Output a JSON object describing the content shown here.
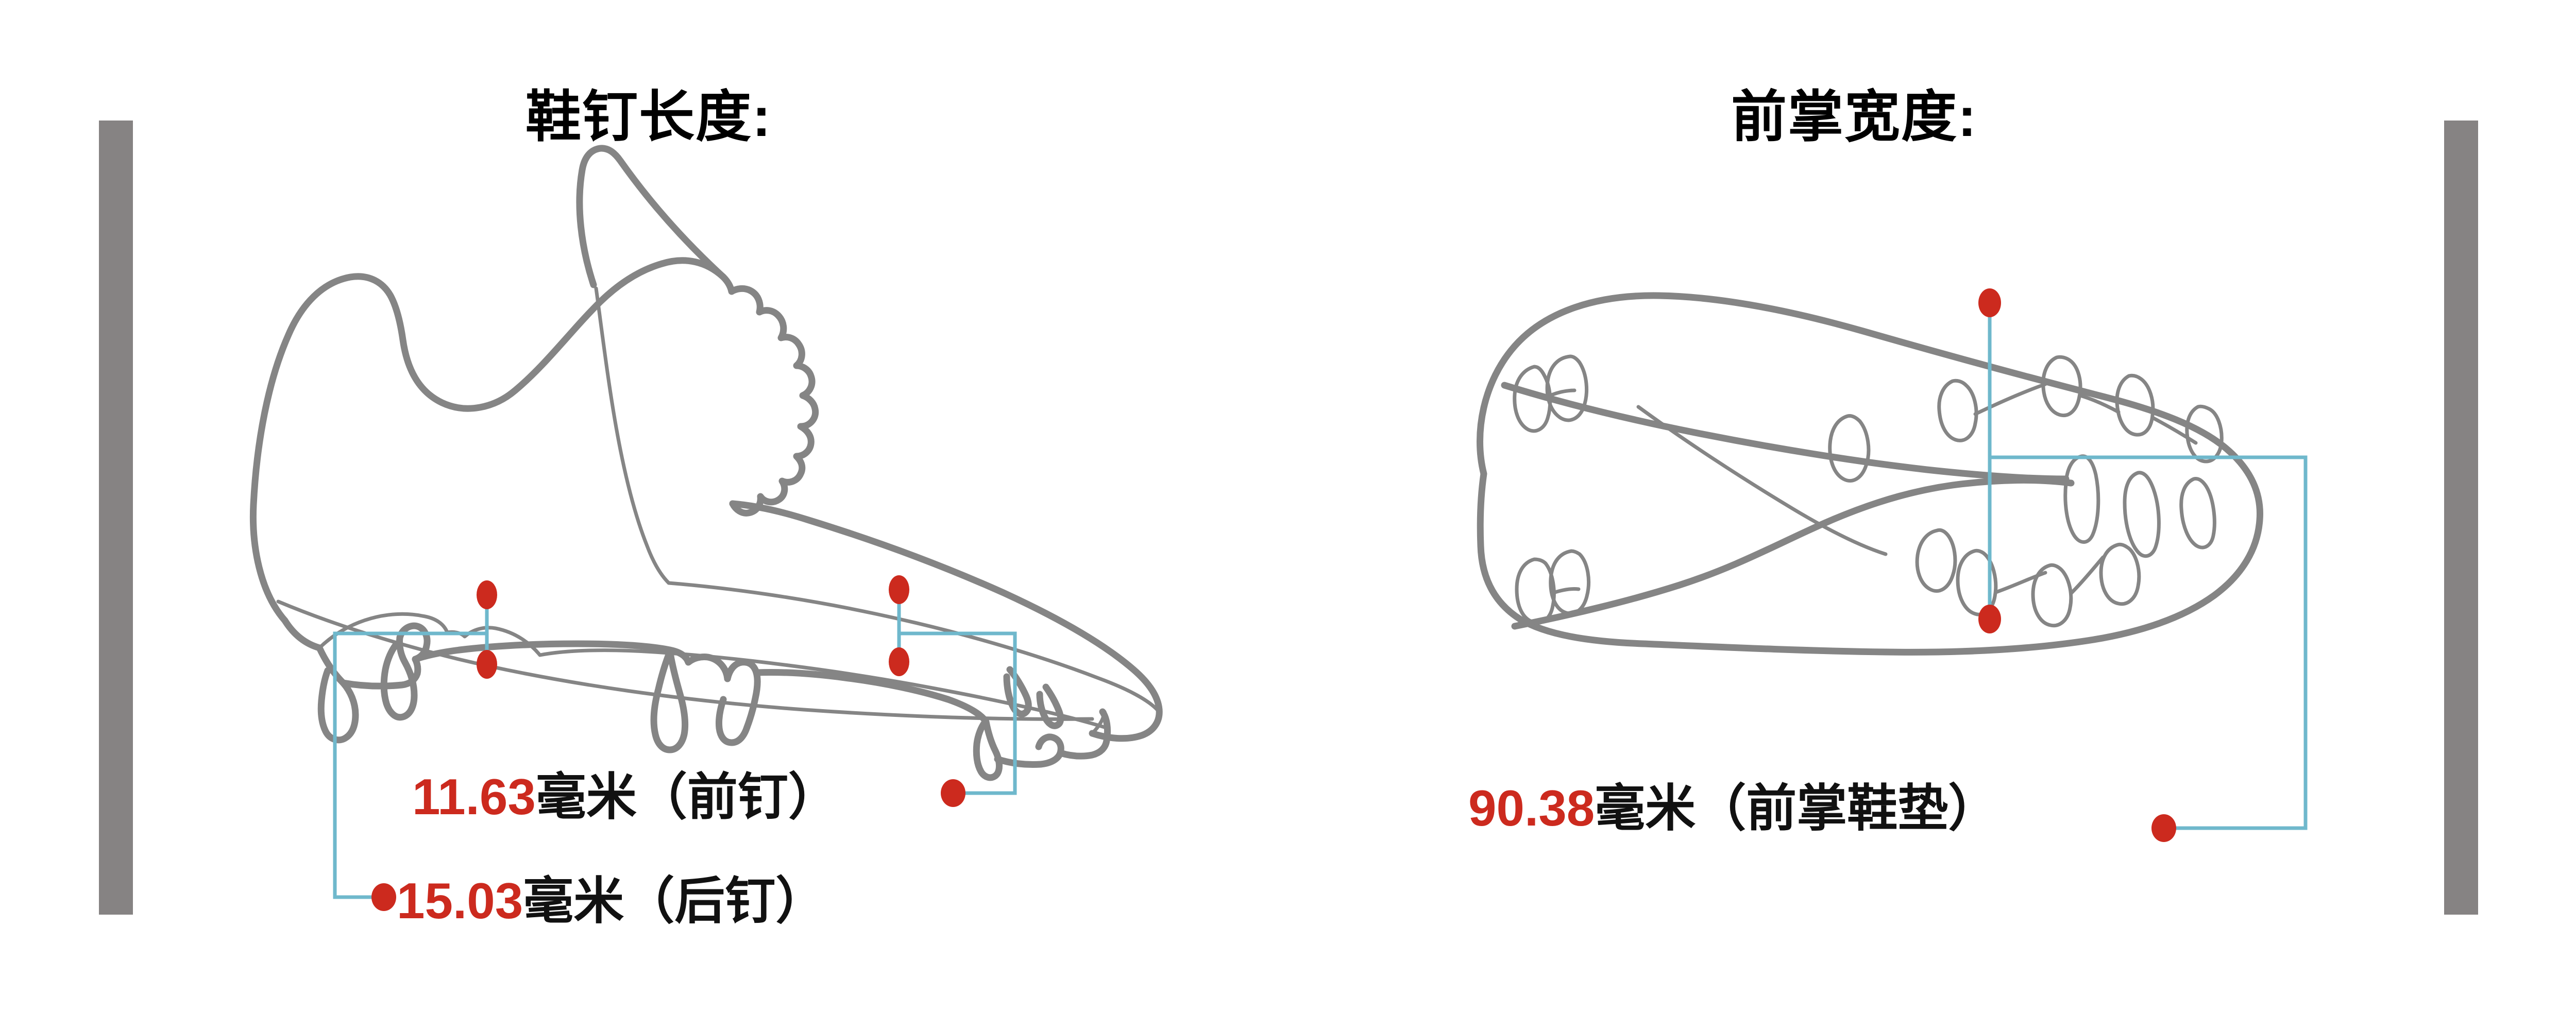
{
  "page": {
    "background_color": "#ffffff",
    "accent_red": "#cc2a1e",
    "leader_blue": "#6fb8cc",
    "outline_gray": "#858585",
    "edge_bar_gray": "#868383"
  },
  "panels": [
    {
      "id": "stud-length",
      "title": "鞋钉长度:",
      "view": "side-profile",
      "measurements": [
        {
          "id": "front-stud",
          "value": "11.63",
          "unit_label": "毫米（前钉）",
          "full_text": "11.63毫米（前钉）"
        },
        {
          "id": "rear-stud",
          "value": "15.03",
          "unit_label": "毫米（后钉）",
          "full_text": "15.03毫米（后钉）"
        }
      ]
    },
    {
      "id": "forefoot-width",
      "title": "前掌宽度:",
      "view": "outsole-bottom",
      "measurements": [
        {
          "id": "forefoot-insole",
          "value": "90.38",
          "unit_label": "毫米（前掌鞋垫）",
          "full_text": "90.38毫米（前掌鞋垫）"
        }
      ]
    }
  ],
  "icons": {
    "edge_bar_left": "vertical-bar",
    "edge_bar_right": "vertical-bar",
    "marker": "red-dot-marker"
  }
}
